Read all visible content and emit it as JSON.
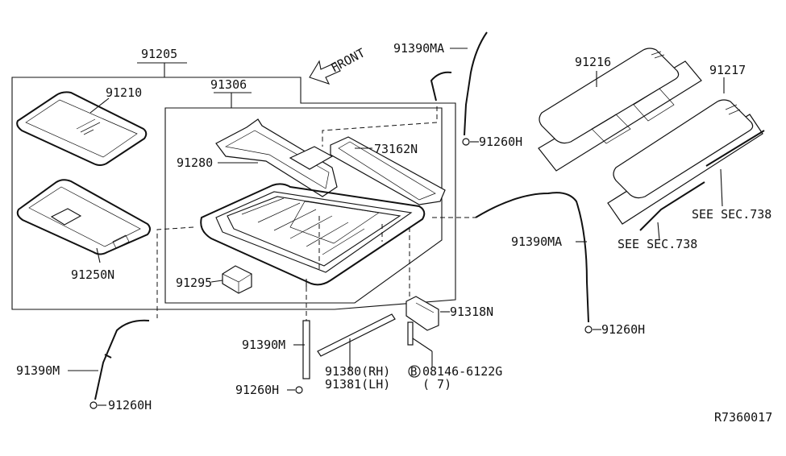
{
  "labels": {
    "p91205": "91205",
    "p91210": "91210",
    "p91250n": "91250N",
    "p91306": "91306",
    "p91280": "91280",
    "p73162n": "73162N",
    "p91295": "91295",
    "p91390ma_top": "91390MA",
    "p91260h_top": "91260H",
    "p91390ma_right": "91390MA",
    "p91260h_right": "91260H",
    "p91216": "91216",
    "p91217": "91217",
    "see_sec_1": "SEE SEC.738",
    "see_sec_2": "SEE SEC.738",
    "p91318n": "91318N",
    "p91390m_center": "91390M",
    "p91260h_center": "91260H",
    "p91380": "91380(RH)",
    "p91381": "91381(LH)",
    "bolt_circle": "B",
    "p08146": "08146-6122G",
    "qty_7": "( 7)",
    "p91390m_left": "91390M",
    "p91260h_left": "91260H",
    "front": "FRONT",
    "ref_code": "R7360017"
  }
}
